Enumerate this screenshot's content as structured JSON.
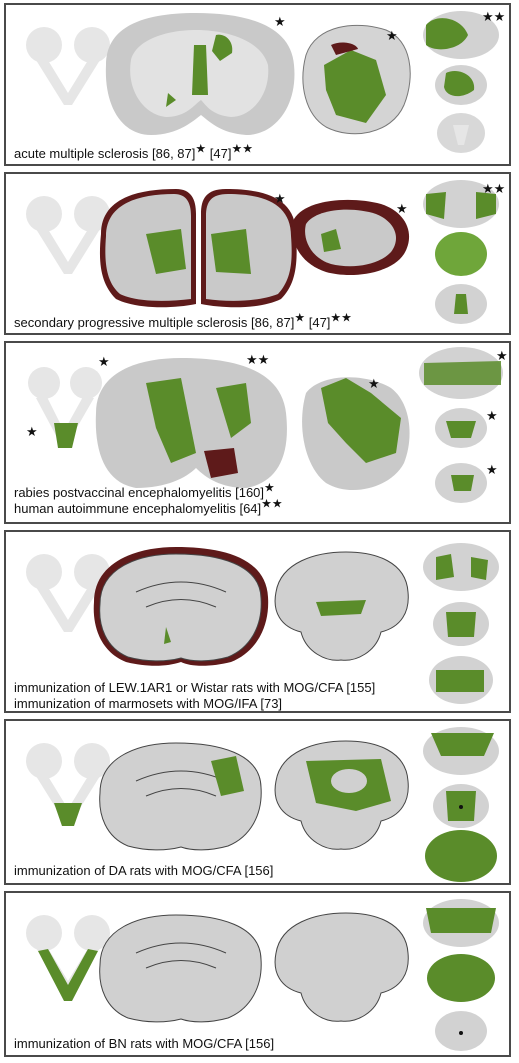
{
  "colors": {
    "lesion": "#5a8c2a",
    "lesion_light": "#6fa63a",
    "demyelination": "#5e1a1a",
    "tissue": "#cfcfcf",
    "white_matter": "#e4e4e4",
    "outline": "#555555",
    "border": "#4a4a4a"
  },
  "marks": {
    "one": "★",
    "two": "★★"
  },
  "panels": [
    {
      "caption": "acute multiple sclerosis [86, 87]",
      "mark1": "★",
      "ref2": " [47]",
      "mark2": "★★"
    },
    {
      "caption": "secondary progressive multiple sclerosis [86, 87]",
      "mark1": "★",
      "ref2": " [47]",
      "mark2": "★★"
    },
    {
      "line1": "rabies postvaccinal encephalomyelitis [160]",
      "mark1": "★",
      "line2": "human autoimmune encephalomyelitis [64]",
      "mark2": "★★"
    },
    {
      "line1": "immunization of LEW.1AR1 or Wistar rats with MOG/CFA [155]",
      "line2": "immunization of marmosets with MOG/IFA [73]"
    },
    {
      "caption": "immunization of DA rats with MOG/CFA [156]"
    },
    {
      "caption": "immunization of BN rats with MOG/CFA [156]"
    }
  ]
}
